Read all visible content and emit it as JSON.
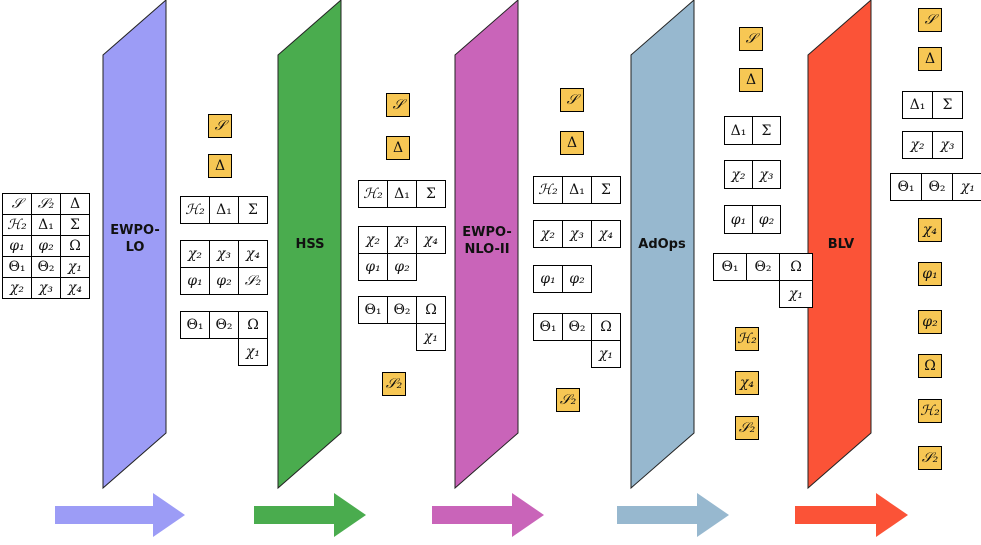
{
  "palette": {
    "highlight": "#f7c754",
    "stages": [
      "#9c9cf6",
      "#4aac4e",
      "#c964b9",
      "#97b8cf",
      "#fb5337"
    ]
  },
  "stages": [
    "EWPO-LO",
    "HSS",
    "EWPO-NLO-II",
    "AdOps",
    "BLV"
  ],
  "stage_label_lines": [
    [
      "EWPO-",
      "LO"
    ],
    [
      "HSS"
    ],
    [
      "EWPO-",
      "NLO-II"
    ],
    [
      "AdOps"
    ],
    [
      "BLV"
    ]
  ],
  "blocks": [
    {
      "id": "input",
      "grids": [
        {
          "rows": [
            [
              "𝒮",
              "𝒮₂",
              "Δ"
            ],
            [
              "ℋ₂",
              "Δ₁",
              "Σ"
            ],
            [
              "φ₁",
              "φ₂",
              "Ω"
            ],
            [
              "Θ₁",
              "Θ₂",
              "χ₁"
            ],
            [
              "χ₂",
              "χ₃",
              "χ₄"
            ]
          ]
        }
      ]
    },
    {
      "id": "after-ewpo-lo",
      "singles": [
        "𝒮",
        "Δ"
      ],
      "grids": [
        {
          "rows": [
            [
              "ℋ₂",
              "Δ₁",
              "Σ"
            ]
          ]
        },
        {
          "rows": [
            [
              "χ₂",
              "χ₃",
              "χ₄"
            ],
            [
              "φ₁",
              "φ₂",
              "𝒮₂"
            ]
          ]
        },
        {
          "rows": [
            [
              "Θ₁",
              "Θ₂",
              "Ω"
            ],
            [
              "",
              "",
              "χ₁"
            ]
          ]
        }
      ]
    },
    {
      "id": "after-hss",
      "singles": [
        "𝒮",
        "Δ",
        "𝒮₂"
      ],
      "grids": [
        {
          "rows": [
            [
              "ℋ₂",
              "Δ₁",
              "Σ"
            ]
          ]
        },
        {
          "rows": [
            [
              "χ₂",
              "χ₃",
              "χ₄"
            ],
            [
              "φ₁",
              "φ₂",
              ""
            ]
          ]
        },
        {
          "rows": [
            [
              "Θ₁",
              "Θ₂",
              "Ω"
            ],
            [
              "",
              "",
              "χ₁"
            ]
          ]
        }
      ]
    },
    {
      "id": "after-ewpo-nlo-ii",
      "singles": [
        "𝒮",
        "Δ",
        "𝒮₂"
      ],
      "grids": [
        {
          "rows": [
            [
              "ℋ₂",
              "Δ₁",
              "Σ"
            ]
          ]
        },
        {
          "rows": [
            [
              "χ₂",
              "χ₃",
              "χ₄"
            ]
          ]
        },
        {
          "rows": [
            [
              "φ₁",
              "φ₂"
            ]
          ]
        },
        {
          "rows": [
            [
              "Θ₁",
              "Θ₂",
              "Ω"
            ],
            [
              "",
              "",
              "χ₁"
            ]
          ]
        }
      ]
    },
    {
      "id": "after-adops",
      "singles": [
        "𝒮",
        "Δ",
        "ℋ₂",
        "χ₄",
        "𝒮₂"
      ],
      "grids": [
        {
          "rows": [
            [
              "Δ₁",
              "Σ"
            ]
          ]
        },
        {
          "rows": [
            [
              "χ₂",
              "χ₃"
            ]
          ]
        },
        {
          "rows": [
            [
              "φ₁",
              "φ₂"
            ]
          ]
        },
        {
          "rows": [
            [
              "Θ₁",
              "Θ₂",
              "Ω"
            ],
            [
              "",
              "",
              "χ₁"
            ]
          ]
        }
      ]
    },
    {
      "id": "after-blv",
      "singles": [
        "𝒮",
        "Δ",
        "χ₄",
        "φ₁",
        "φ₂",
        "Ω",
        "ℋ₂",
        "𝒮₂"
      ],
      "grids": [
        {
          "rows": [
            [
              "Δ₁",
              "Σ"
            ]
          ]
        },
        {
          "rows": [
            [
              "χ₂",
              "χ₃"
            ]
          ]
        },
        {
          "rows": [
            [
              "Θ₁",
              "Θ₂",
              "χ₁"
            ]
          ]
        }
      ]
    }
  ]
}
